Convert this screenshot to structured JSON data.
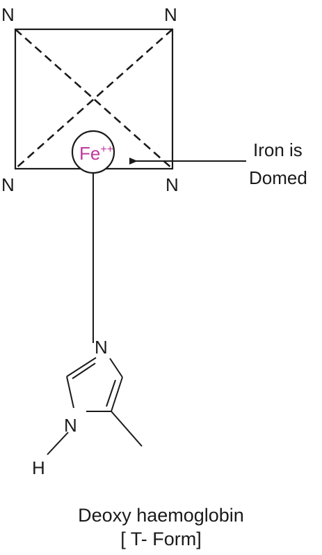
{
  "diagram": {
    "porphyrin_atoms": {
      "top_left": "N",
      "top_right": "N",
      "bottom_left": "N",
      "bottom_right": "N"
    },
    "iron": {
      "symbol": "Fe",
      "charge": "++"
    },
    "annotation": {
      "line1": "Iron is",
      "line2": "Domed"
    },
    "histidine": {
      "ring_nitrogen": "N",
      "nh_nitrogen": "N",
      "hydrogen": "H"
    },
    "caption": {
      "line1": "Deoxy haemoglobin",
      "line2": "[ T- Form]"
    },
    "colors": {
      "line": "#1a1a1a",
      "iron": "#c0399b"
    }
  }
}
